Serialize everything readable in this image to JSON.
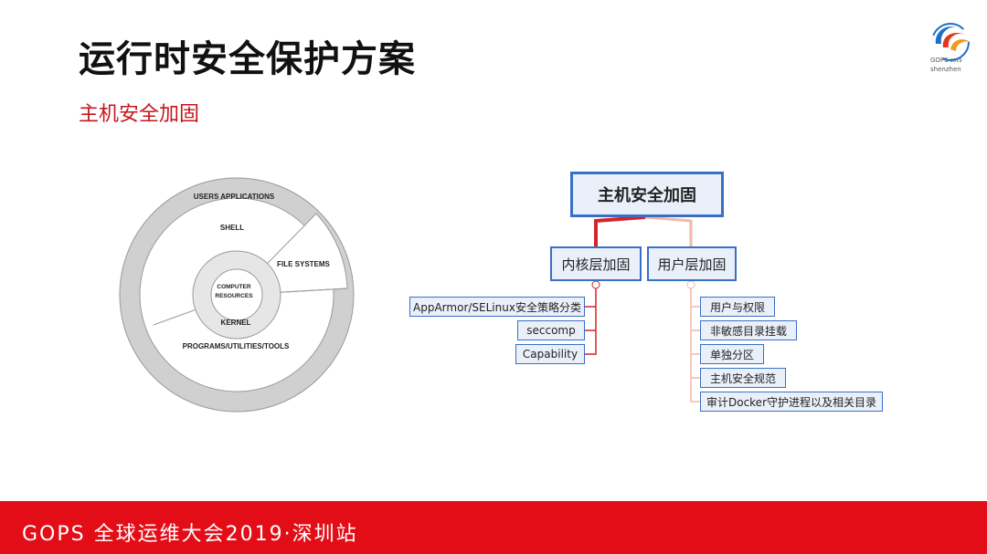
{
  "slide": {
    "title": "运行时安全保护方案",
    "subtitle": "主机安全加固",
    "footer": "GOPS 全球运维大会2019·深圳站"
  },
  "logo": {
    "name": "GOPS",
    "year": "2019",
    "city": "shenzhen",
    "colors": [
      "#1f6fc8",
      "#e03a1e",
      "#f29a1b"
    ]
  },
  "os_diagram": {
    "layers": {
      "outer_top": "USERS APPLICATIONS",
      "shell": "SHELL",
      "file_systems": "FILE SYSTEMS",
      "core_line1": "COMPUTER",
      "core_line2": "RESOURCES",
      "kernel": "KERNEL",
      "outer_bottom": "PROGRAMS/UTILITIES/TOOLS"
    }
  },
  "mindmap": {
    "root": "主机安全加固",
    "branches": [
      {
        "label": "内核层加固",
        "leaves": [
          "AppArmor/SELinux安全策略分类",
          "seccomp",
          "Capability"
        ]
      },
      {
        "label": "用户层加固",
        "leaves": [
          "用户与权限",
          "非敏感目录挂载",
          "单独分区",
          "主机安全规范",
          "审计Docker守护进程以及相关目录"
        ]
      }
    ],
    "colors": {
      "box_border": "#3a6fc6",
      "box_fill": "#eaf0fa",
      "left_connector": "#d4242a",
      "right_connector": "#f0b9a6"
    }
  }
}
